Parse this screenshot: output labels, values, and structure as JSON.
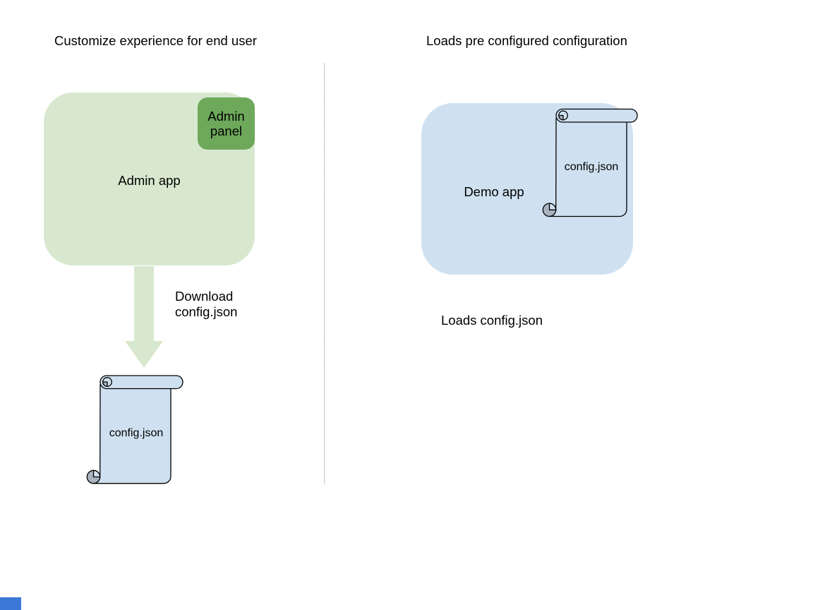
{
  "diagram": {
    "left": {
      "title": "Customize experience for end user",
      "app_label": "Admin app",
      "panel_label": "Admin panel",
      "arrow_label": "Download\nconfig.json",
      "file_label": "config.json"
    },
    "right": {
      "title": "Loads pre configured configuration",
      "app_label": "Demo app",
      "file_label": "config.json",
      "caption": "Loads config.json"
    }
  },
  "colors": {
    "admin_app_fill": "#d7e8cf",
    "admin_panel_fill": "#6ea95b",
    "arrow_fill": "#d7e8cf",
    "scroll_fill": "#cfe1f1",
    "demo_app_fill": "#cfe1f1",
    "scroll_curl_gray": "#a9b3bf",
    "outline": "#000000",
    "divider_gray": "#8a8a8a",
    "corner_square_blue": "#3c78d8",
    "text": "#000000"
  }
}
